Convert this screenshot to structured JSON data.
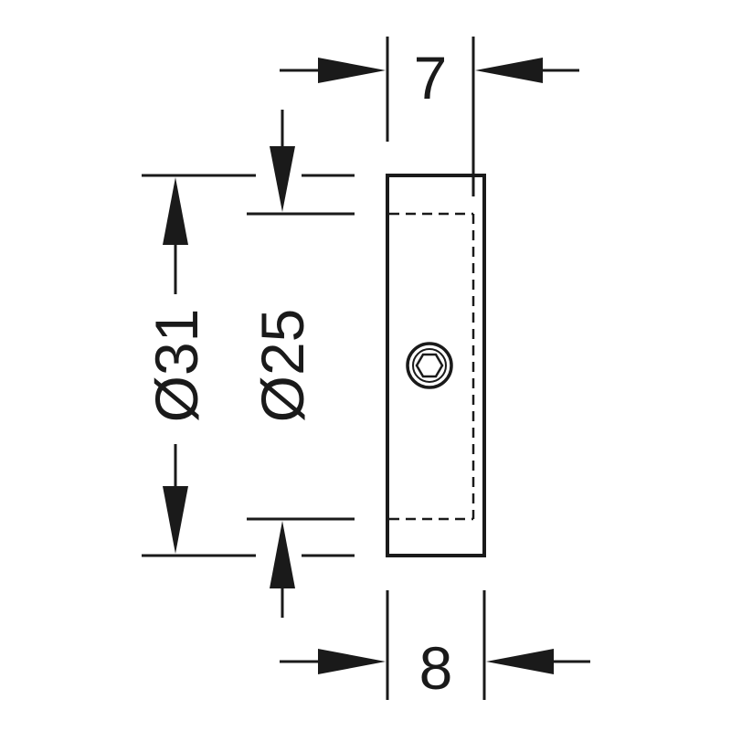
{
  "dimensions": {
    "width_top": "7",
    "width_bottom": "8",
    "outer_diameter": "Ø31",
    "inner_diameter": "Ø25"
  },
  "colors": {
    "stroke": "#1a1a1a",
    "background": "#ffffff"
  },
  "icons": {
    "center_feature": "hex-socket-icon"
  }
}
